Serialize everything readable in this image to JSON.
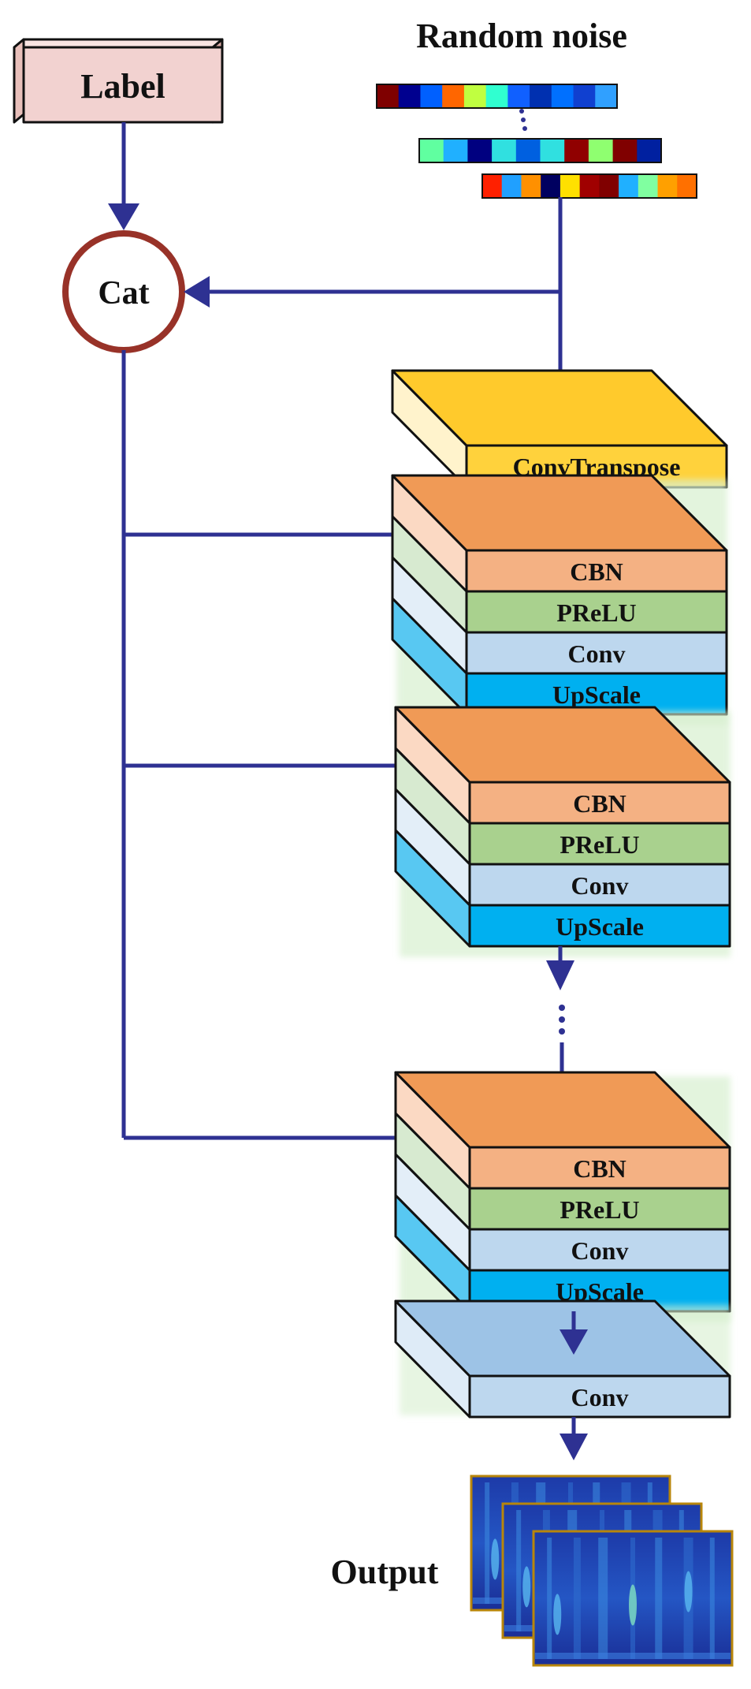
{
  "label_box": "Label",
  "cat_node": "Cat",
  "noise_title": "Random noise",
  "output_title": "Output",
  "conv_transpose": "ConvTranspose",
  "blocks": [
    {
      "cbn": "CBN",
      "prelu": "PReLU",
      "conv": "Conv",
      "upscale": "UpScale"
    },
    {
      "cbn": "CBN",
      "prelu": "PReLU",
      "conv": "Conv",
      "upscale": "UpScale"
    },
    {
      "cbn": "CBN",
      "prelu": "PReLU",
      "conv": "Conv",
      "upscale": "UpScale"
    }
  ],
  "final_conv": "Conv",
  "noise_vectors": [
    [
      "#7f0000",
      "#00008f",
      "#0060ff",
      "#ff6600",
      "#c0ff40",
      "#30ffd0",
      "#1060ff",
      "#0030b0",
      "#0070ff",
      "#1040d0",
      "#30a0ff"
    ],
    [
      "#60ffa0",
      "#20b0ff",
      "#000080",
      "#30e0e0",
      "#0060e0",
      "#30e0e0",
      "#900000",
      "#8fff70",
      "#800000",
      "#0020a0"
    ],
    [
      "#ff2000",
      "#20a0ff",
      "#ff9000",
      "#000060",
      "#ffe000",
      "#a00000",
      "#800000",
      "#20b0ff",
      "#80ffa0",
      "#ffa000",
      "#ff7000"
    ]
  ],
  "colors": {
    "flow": "#2E3192",
    "label_fill": "#F2D2D0",
    "cat_ring": "#983228",
    "convtranspose": "#FFD23C",
    "cbn": "#F4B183",
    "prelu": "#A9D18E",
    "conv": "#BDD7EE",
    "upscale": "#00B0F0",
    "final_conv": "#BDD7EE"
  }
}
